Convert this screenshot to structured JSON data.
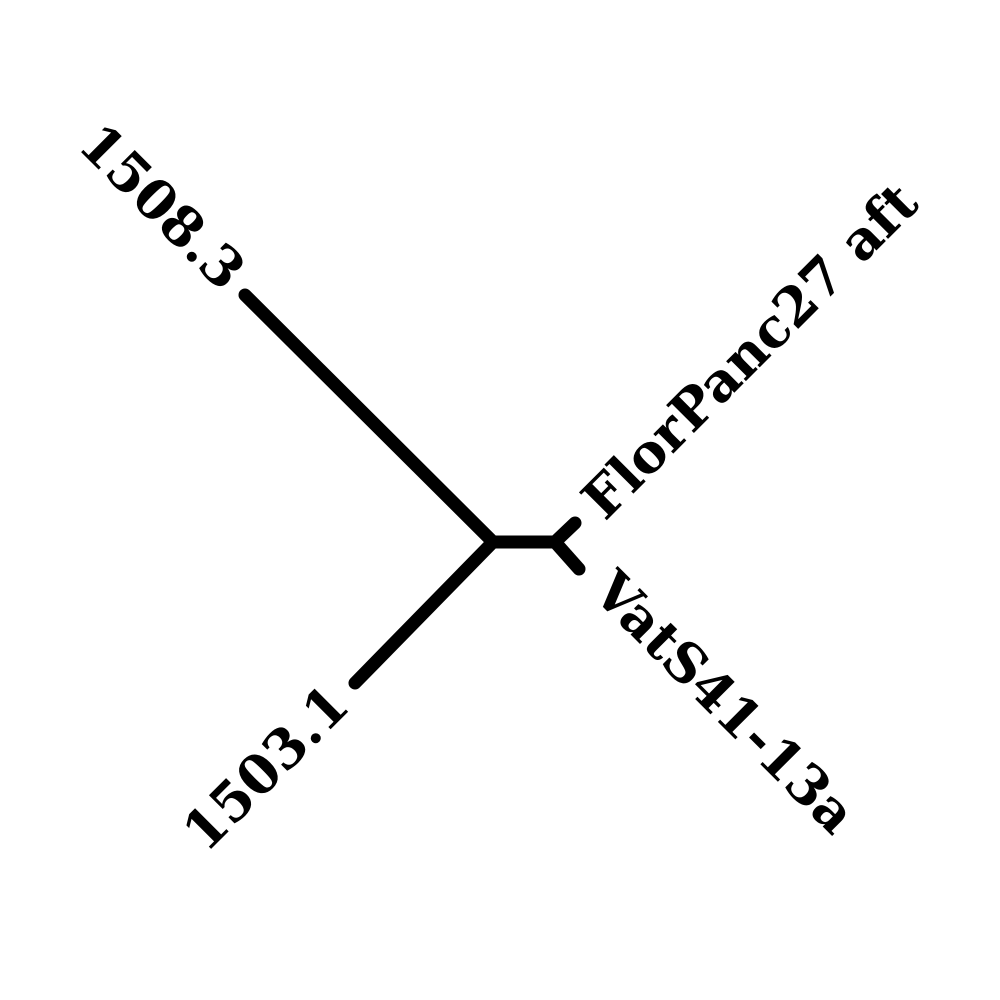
{
  "tree": {
    "type": "unrooted phylogenetic tree",
    "line_color": "#000000",
    "background": "#ffffff",
    "leaves": [
      {
        "id": "leaf-1508-3",
        "label": "1508.3"
      },
      {
        "id": "leaf-1503-1",
        "label": "1503.1"
      },
      {
        "id": "leaf-florpanc27",
        "label": "FlorPanc27 aft"
      },
      {
        "id": "leaf-vats41",
        "label": "VatS41-13a"
      }
    ]
  }
}
